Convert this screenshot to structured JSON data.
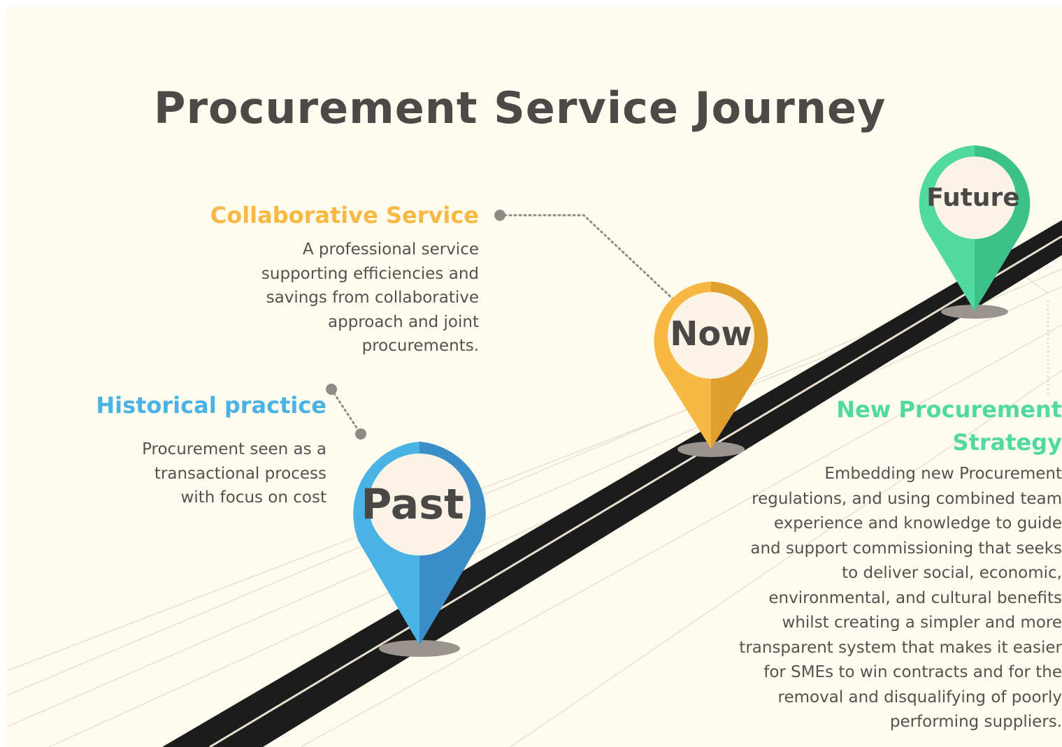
{
  "title": "Procurement Service Journey",
  "colors": {
    "background": "#fdfcee",
    "road": "#1c1c1c",
    "past": "#4ab3e5",
    "now": "#f7b944",
    "future": "#52d9a2",
    "title_text": "#4c4a48",
    "body_text": "#545250"
  },
  "milestones": {
    "past": {
      "label": "Past"
    },
    "now": {
      "label": "Now"
    },
    "future": {
      "label": "Future"
    }
  },
  "sections": {
    "historical": {
      "heading": "Historical practice",
      "lines": [
        "Procurement seen as a",
        "transactional process",
        "with focus on cost"
      ]
    },
    "collaborative": {
      "heading": "Collaborative Service",
      "lines": [
        "A professional service",
        "supporting  efficiencies and",
        "savings from collaborative",
        "approach and joint",
        "procurements."
      ]
    },
    "new_strategy": {
      "heading_lines": [
        "New Procurement",
        "Strategy"
      ],
      "lines": [
        "Embedding new Procurement",
        "regulations, and using combined team",
        "experience and knowledge to guide",
        "and support commissioning that seeks",
        "to deliver social, economic,",
        "environmental, and cultural benefits",
        "whilst creating a simpler and more",
        "transparent system that makes it easier",
        "for SMEs to win contracts and for the",
        "removal and disqualifying of poorly",
        "performing suppliers."
      ]
    }
  }
}
